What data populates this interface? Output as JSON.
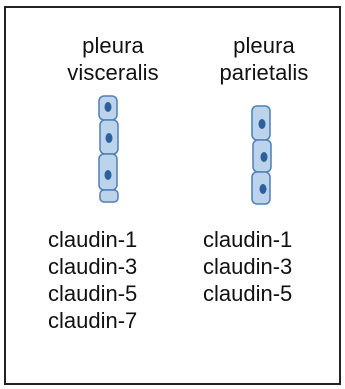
{
  "columns": [
    {
      "title_line1": "pleura",
      "title_line2": "visceralis",
      "claudins": [
        "claudin-1",
        "claudin-3",
        "claudin-5",
        "claudin-7"
      ]
    },
    {
      "title_line1": "pleura",
      "title_line2": "parietalis",
      "claudins": [
        "claudin-1",
        "claudin-3",
        "claudin-5"
      ]
    }
  ],
  "colors": {
    "cell_fill": "#bcd3ec",
    "cell_stroke": "#4f7fb6",
    "nucleus": "#2e5f9c",
    "frame": "#222222"
  },
  "icons": {
    "visceral_cells": "flattened-epithelial-cells-icon",
    "parietal_cells": "cuboidal-epithelial-cells-icon"
  }
}
